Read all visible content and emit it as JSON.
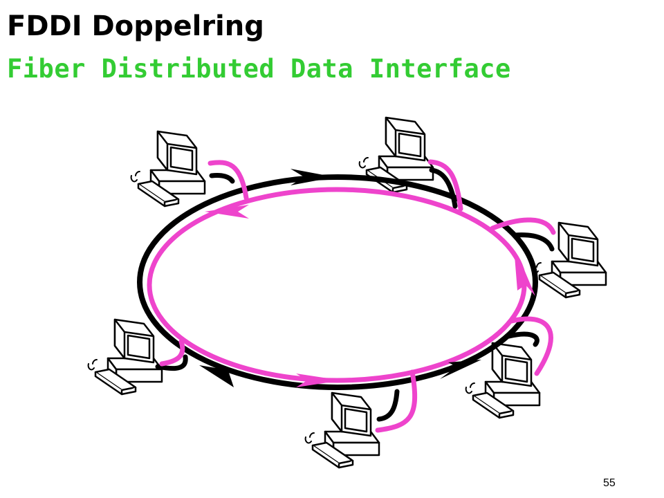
{
  "slide": {
    "title": "FDDI Doppelring",
    "subtitle": "Fiber Distributed Data Interface",
    "page_number": "55"
  },
  "colors": {
    "title": "#000000",
    "subtitle": "#33cc33",
    "primary_ring": "#000000",
    "secondary_ring": "#ee44cc",
    "background": "#ffffff"
  },
  "diagram": {
    "rings": [
      {
        "name": "primary",
        "color": "black",
        "direction": "clockwise"
      },
      {
        "name": "secondary",
        "color": "magenta",
        "direction": "counter-clockwise"
      }
    ],
    "stations": [
      {
        "name": "computer-top-left",
        "icon": "computer-icon"
      },
      {
        "name": "computer-top-right",
        "icon": "computer-icon"
      },
      {
        "name": "computer-right",
        "icon": "computer-icon"
      },
      {
        "name": "computer-bottom-right",
        "icon": "computer-icon"
      },
      {
        "name": "computer-bottom",
        "icon": "computer-icon"
      },
      {
        "name": "computer-left",
        "icon": "computer-icon"
      }
    ]
  }
}
